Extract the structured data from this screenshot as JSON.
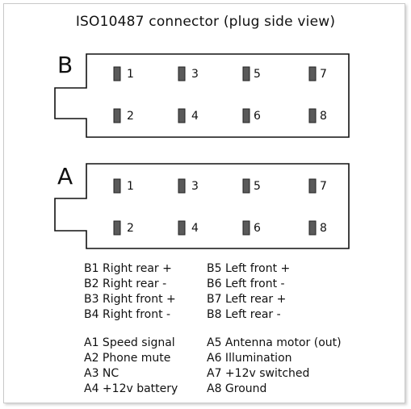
{
  "title": "ISO10487 connector (plug side view)",
  "connectors": [
    {
      "letter": "B",
      "pins": [
        "1",
        "2",
        "3",
        "4",
        "5",
        "6",
        "7",
        "8"
      ]
    },
    {
      "letter": "A",
      "pins": [
        "1",
        "2",
        "3",
        "4",
        "5",
        "6",
        "7",
        "8"
      ]
    }
  ],
  "legend": {
    "b_left": [
      "B1 Right rear +",
      "B2 Right rear -",
      "B3 Right front +",
      "B4 Right front -"
    ],
    "b_right": [
      "B5 Left front +",
      "B6 Left front -",
      "B7 Left rear +",
      "B8 Left rear -"
    ],
    "a_left": [
      "A1 Speed signal",
      "A2 Phone mute",
      "A3 NC",
      "A4 +12v battery"
    ],
    "a_right": [
      "A5 Antenna motor (out)",
      "A6 Illumination",
      "A7 +12v switched",
      "A8 Ground"
    ]
  },
  "colors": {
    "outline": "#111111",
    "pin_fill": "#5a5a5a",
    "frame_border": "#c9c9c9"
  }
}
